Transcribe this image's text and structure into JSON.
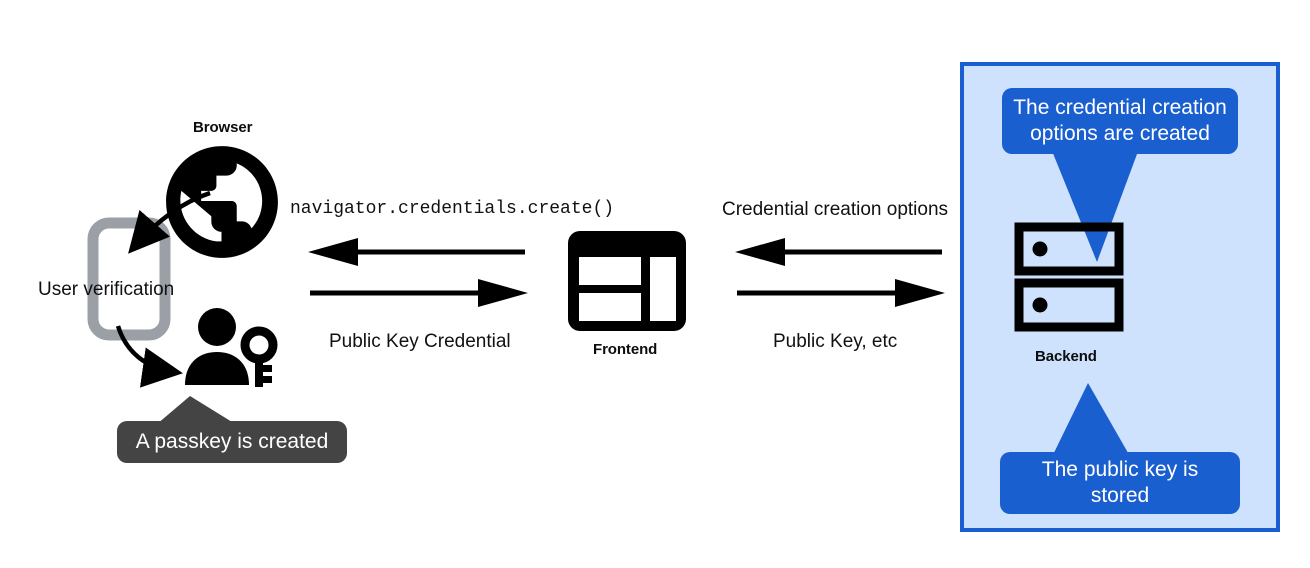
{
  "diagram": {
    "title_nodes": {
      "browser_label": "Browser",
      "frontend_label": "Frontend",
      "backend_label": "Backend"
    },
    "left_zone": {
      "user_verification_label": "User verification",
      "passkey_callout": "A passkey is created",
      "phone_icon": "smartphone-icon",
      "globe_icon": "globe-icon",
      "person_key_icon": "person-with-key-icon"
    },
    "messages": {
      "browser_to_frontend_in": "navigator.credentials.create()",
      "browser_to_frontend_out": "Public Key Credential",
      "frontend_to_backend_in": "Credential creation options",
      "frontend_to_backend_out": "Public Key, etc"
    },
    "backend_zone": {
      "callout_top": "The credential creation options are created",
      "callout_top_line1": "The credential creation",
      "callout_top_line2": "options are created",
      "callout_bottom_line1": "The public key is",
      "callout_bottom_line2": "stored",
      "server_icon": "server-rack-icon"
    },
    "colors": {
      "accent_blue": "#1a5fd0",
      "panel_fill": "#cfe2fd",
      "callout_gray": "#444444",
      "phone_gray": "#9aa0a6",
      "ink": "#111111"
    }
  }
}
